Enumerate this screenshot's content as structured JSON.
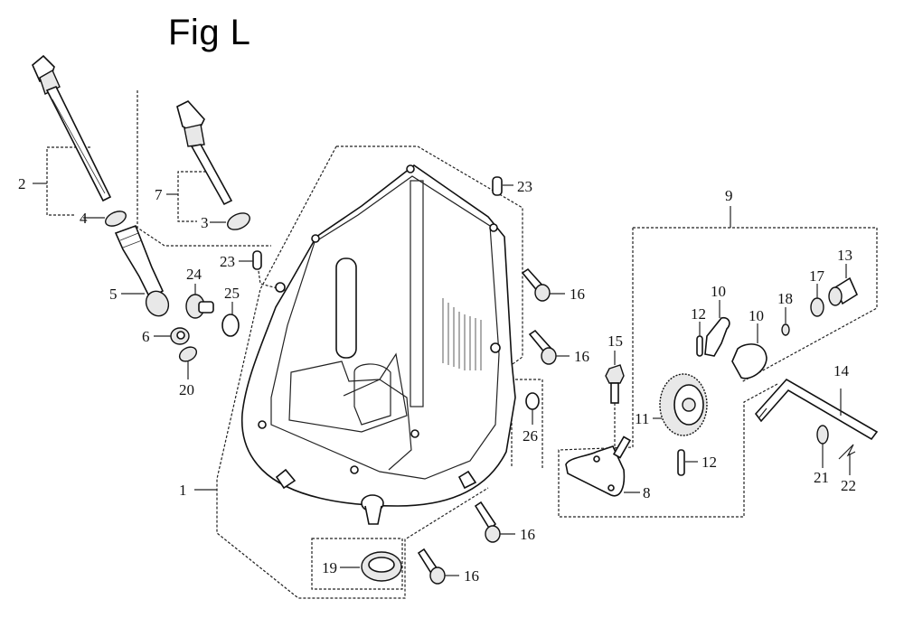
{
  "figure": {
    "title": "Fig L",
    "description": "Exploded parts diagram: oil pan / crankcase cover, oil dipstick, governor assembly"
  },
  "callouts": [
    {
      "id": "c1",
      "label": "1",
      "part": "crankcase-cover"
    },
    {
      "id": "c2",
      "label": "2",
      "part": "dipstick-assembly"
    },
    {
      "id": "c3",
      "label": "3",
      "part": "o-ring"
    },
    {
      "id": "c4",
      "label": "4",
      "part": "o-ring"
    },
    {
      "id": "c5",
      "label": "5",
      "part": "oil-filler-tube"
    },
    {
      "id": "c6",
      "label": "6",
      "part": "drain-plug"
    },
    {
      "id": "c7",
      "label": "7",
      "part": "dipstick-assembly-short"
    },
    {
      "id": "c8",
      "label": "8",
      "part": "governor-arm-holder"
    },
    {
      "id": "c9",
      "label": "9",
      "part": "governor-assembly"
    },
    {
      "id": "c10a",
      "label": "10",
      "part": "governor-weight"
    },
    {
      "id": "c10b",
      "label": "10",
      "part": "governor-weight"
    },
    {
      "id": "c11",
      "label": "11",
      "part": "governor-gear"
    },
    {
      "id": "c12a",
      "label": "12",
      "part": "pin"
    },
    {
      "id": "c12b",
      "label": "12",
      "part": "pin"
    },
    {
      "id": "c13",
      "label": "13",
      "part": "governor-shaft-pin"
    },
    {
      "id": "c14",
      "label": "14",
      "part": "governor-arm"
    },
    {
      "id": "c15",
      "label": "15",
      "part": "bolt"
    },
    {
      "id": "c16a",
      "label": "16",
      "part": "flange-bolt"
    },
    {
      "id": "c16b",
      "label": "16",
      "part": "flange-bolt"
    },
    {
      "id": "c16c",
      "label": "16",
      "part": "flange-bolt"
    },
    {
      "id": "c16d",
      "label": "16",
      "part": "flange-bolt"
    },
    {
      "id": "c17",
      "label": "17",
      "part": "washer"
    },
    {
      "id": "c18",
      "label": "18",
      "part": "clip"
    },
    {
      "id": "c19",
      "label": "19",
      "part": "oil-seal"
    },
    {
      "id": "c20",
      "label": "20",
      "part": "washer"
    },
    {
      "id": "c21",
      "label": "21",
      "part": "washer"
    },
    {
      "id": "c22",
      "label": "22",
      "part": "cotter-pin"
    },
    {
      "id": "c23a",
      "label": "23",
      "part": "dowel-pin"
    },
    {
      "id": "c23b",
      "label": "23",
      "part": "dowel-pin"
    },
    {
      "id": "c24",
      "label": "24",
      "part": "drain-bolt"
    },
    {
      "id": "c25",
      "label": "25",
      "part": "sealing-washer"
    },
    {
      "id": "c26",
      "label": "26",
      "part": "washer"
    }
  ]
}
